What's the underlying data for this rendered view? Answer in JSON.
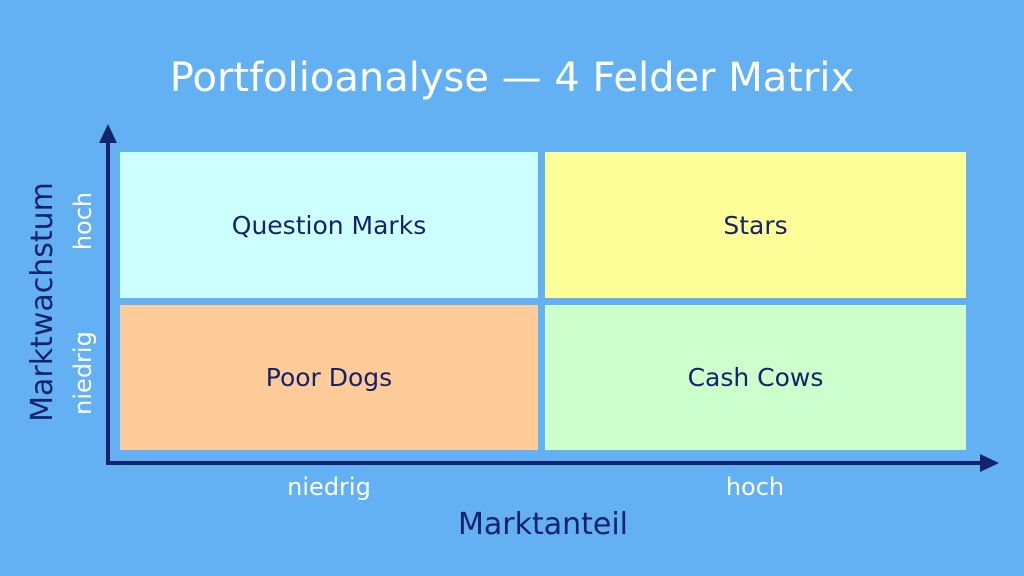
{
  "title": "Portfolioanalyse — 4 Felder Matrix",
  "colors": {
    "background": "#63b1f3",
    "axis": "#14236b",
    "question_marks": "#ccffff",
    "stars": "#ffff99",
    "poor_dogs": "#ffcc99",
    "cash_cows": "#ccffcc"
  },
  "x_axis": {
    "label": "Marktanteil",
    "low": "niedrig",
    "high": "hoch"
  },
  "y_axis": {
    "label": "Marktwachstum",
    "low": "niedrig",
    "high": "hoch"
  },
  "quadrants": {
    "top_left": "Question Marks",
    "top_right": "Stars",
    "bottom_left": "Poor Dogs",
    "bottom_right": "Cash Cows"
  }
}
